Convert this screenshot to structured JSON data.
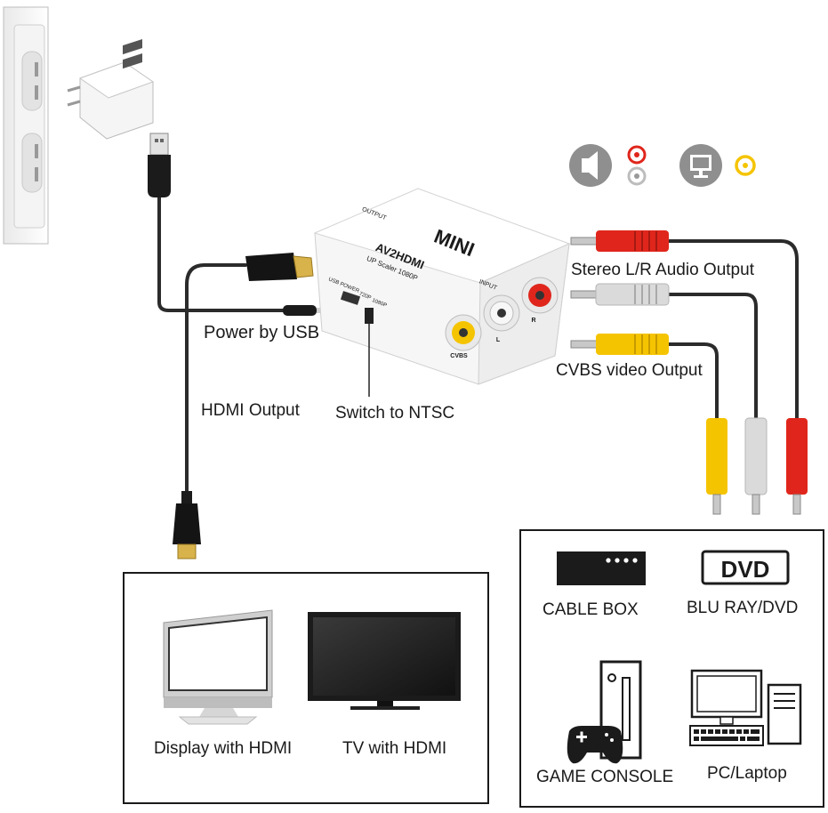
{
  "device": {
    "brand_label": "MINI",
    "model_label": "AV2HDMI",
    "subtitle_label": "UP Scaler 1080P",
    "output_label": "OUTPUT",
    "input_label": "INPUT",
    "usb_power_label": "USB POWER",
    "res_720p_label": "720P",
    "res_1080p_label": "1080P",
    "cvbs_label": "CVBS",
    "left_label": "L",
    "right_label": "R"
  },
  "labels": {
    "power_by_usb": "Power by USB",
    "hdmi_output": "HDMI Output",
    "switch_to_ntsc": "Switch to NTSC",
    "stereo_audio_output": "Stereo L/R Audio Output",
    "cvbs_video_output": "CVBS video Output"
  },
  "hdmi_devices": {
    "display_label": "Display with HDMI",
    "tv_label": "TV with HDMI"
  },
  "source_devices": {
    "cable_box_label": "CABLE BOX",
    "dvd_logo": "DVD",
    "bluray_label": "BLU RAY/DVD",
    "game_console_label": "GAME CONSOLE",
    "pc_label": "PC/Laptop"
  },
  "icons": [
    "speaker-icon",
    "monitor-icon",
    "usb-wall-adapter-icon",
    "game-controller-icon",
    "keyboard-icon"
  ],
  "colors": {
    "rca_red": "#e0261c",
    "rca_white": "#dadada",
    "rca_yellow": "#f5c400",
    "cable": "#2b2b2b",
    "icon_grey": "#8f8f8f"
  }
}
